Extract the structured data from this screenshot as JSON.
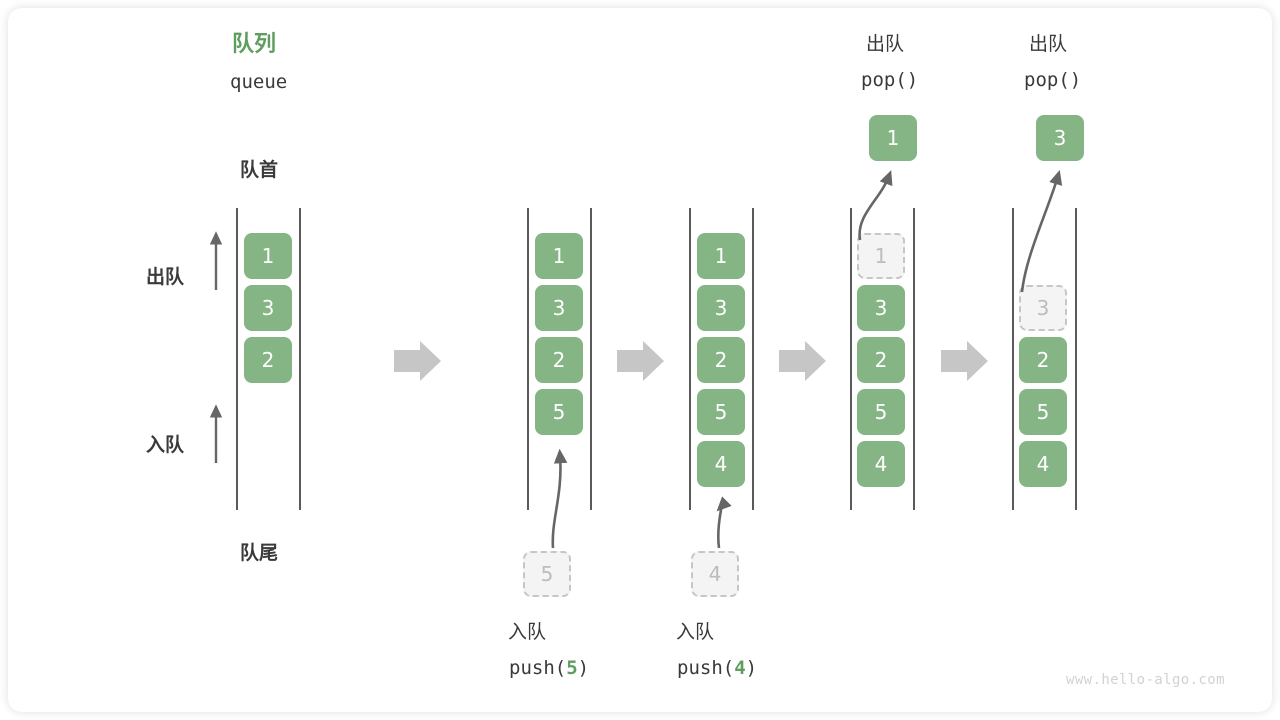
{
  "meta": {
    "watermark": "www.hello-algo.com",
    "colors": {
      "green": "#85b485",
      "green_text": "#5f9e5f",
      "ghost_fill": "#f4f4f4",
      "ghost_border": "#c6c6c6",
      "rail": "#5a5a5a",
      "arrow_gray": "#c6c6c6",
      "text": "#3a3a3a"
    }
  },
  "title": {
    "cjk": "队列",
    "latin": "queue"
  },
  "labels": {
    "front": "队首",
    "rear": "队尾",
    "dequeue": "出队",
    "enqueue": "入队"
  },
  "top_ops": [
    {
      "cjk": "出队",
      "code": "pop()"
    },
    {
      "cjk": "出队",
      "code": "pop()"
    }
  ],
  "bottom_ops": [
    {
      "cjk": "入队",
      "code_prefix": "push(",
      "code_arg": "5",
      "code_suffix": ")"
    },
    {
      "cjk": "入队",
      "code_prefix": "push(",
      "code_arg": "4",
      "code_suffix": ")"
    }
  ],
  "steps": [
    {
      "name": "initial",
      "cells": [
        {
          "value": "1",
          "state": "filled"
        },
        {
          "value": "3",
          "state": "filled"
        },
        {
          "value": "2",
          "state": "filled"
        }
      ],
      "incoming": null,
      "outgoing": null
    },
    {
      "name": "after-push-5",
      "cells": [
        {
          "value": "1",
          "state": "filled"
        },
        {
          "value": "3",
          "state": "filled"
        },
        {
          "value": "2",
          "state": "filled"
        },
        {
          "value": "5",
          "state": "filled"
        }
      ],
      "incoming": {
        "value": "5",
        "state": "ghost"
      },
      "outgoing": null
    },
    {
      "name": "after-push-4",
      "cells": [
        {
          "value": "1",
          "state": "filled"
        },
        {
          "value": "3",
          "state": "filled"
        },
        {
          "value": "2",
          "state": "filled"
        },
        {
          "value": "5",
          "state": "filled"
        },
        {
          "value": "4",
          "state": "filled"
        }
      ],
      "incoming": {
        "value": "4",
        "state": "ghost"
      },
      "outgoing": null
    },
    {
      "name": "after-pop-1",
      "cells": [
        {
          "value": "1",
          "state": "ghost"
        },
        {
          "value": "3",
          "state": "filled"
        },
        {
          "value": "2",
          "state": "filled"
        },
        {
          "value": "5",
          "state": "filled"
        },
        {
          "value": "4",
          "state": "filled"
        }
      ],
      "incoming": null,
      "outgoing": {
        "value": "1",
        "state": "filled"
      }
    },
    {
      "name": "after-pop-3",
      "cells": [
        {
          "value": "",
          "state": "empty"
        },
        {
          "value": "3",
          "state": "ghost"
        },
        {
          "value": "2",
          "state": "filled"
        },
        {
          "value": "5",
          "state": "filled"
        },
        {
          "value": "4",
          "state": "filled"
        }
      ],
      "incoming": null,
      "outgoing": {
        "value": "3",
        "state": "filled"
      }
    }
  ]
}
